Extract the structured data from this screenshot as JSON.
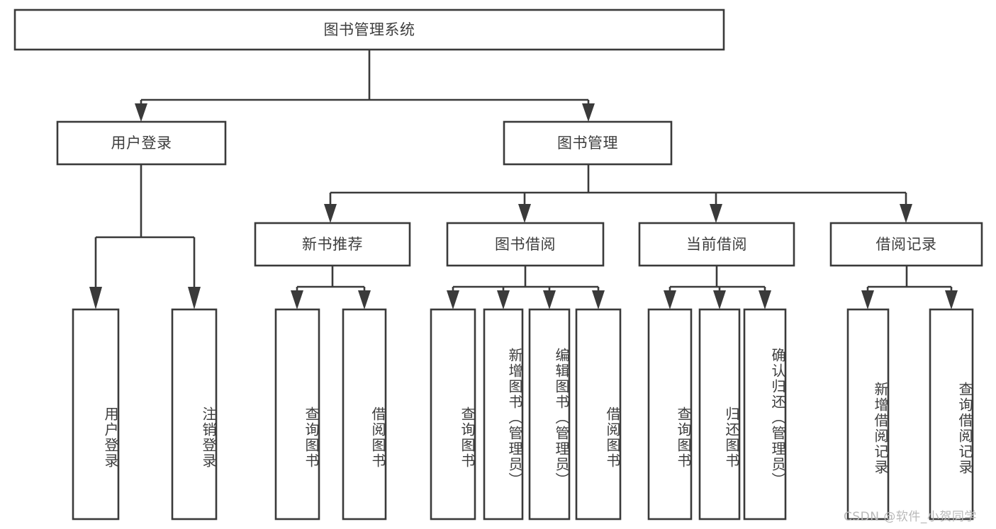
{
  "diagram": {
    "type": "tree-hierarchy-diagram",
    "title": "图书管理系统",
    "background_color": "#ffffff",
    "line_color": "#3a3a3a",
    "text_color": "#3d3d3d",
    "root": {
      "label": "图书管理系统",
      "level": 0
    },
    "level1": [
      {
        "label": "用户登录"
      },
      {
        "label": "图书管理"
      }
    ],
    "level2": [
      {
        "label": "新书推荐"
      },
      {
        "label": "图书借阅"
      },
      {
        "label": "当前借阅"
      },
      {
        "label": "借阅记录"
      }
    ],
    "leaves": {
      "user_login": [
        {
          "label": "用户登录"
        },
        {
          "label": "注销登录"
        }
      ],
      "new_book_recommend": [
        {
          "label": "查询图书"
        },
        {
          "label": "借阅图书"
        }
      ],
      "book_borrow": [
        {
          "label": "查询图书"
        },
        {
          "label": "新增图书（管理员）"
        },
        {
          "label": "编辑图书（管理员）"
        },
        {
          "label": "借阅图书"
        }
      ],
      "current_borrow": [
        {
          "label": "查询图书"
        },
        {
          "label": "归还图书"
        },
        {
          "label": "确认归还（管理员）"
        }
      ],
      "borrow_record": [
        {
          "label": "新增借阅记录"
        },
        {
          "label": "查询借阅记录"
        }
      ]
    }
  },
  "watermark": {
    "text": "CSDN @软件_小贺同学"
  }
}
